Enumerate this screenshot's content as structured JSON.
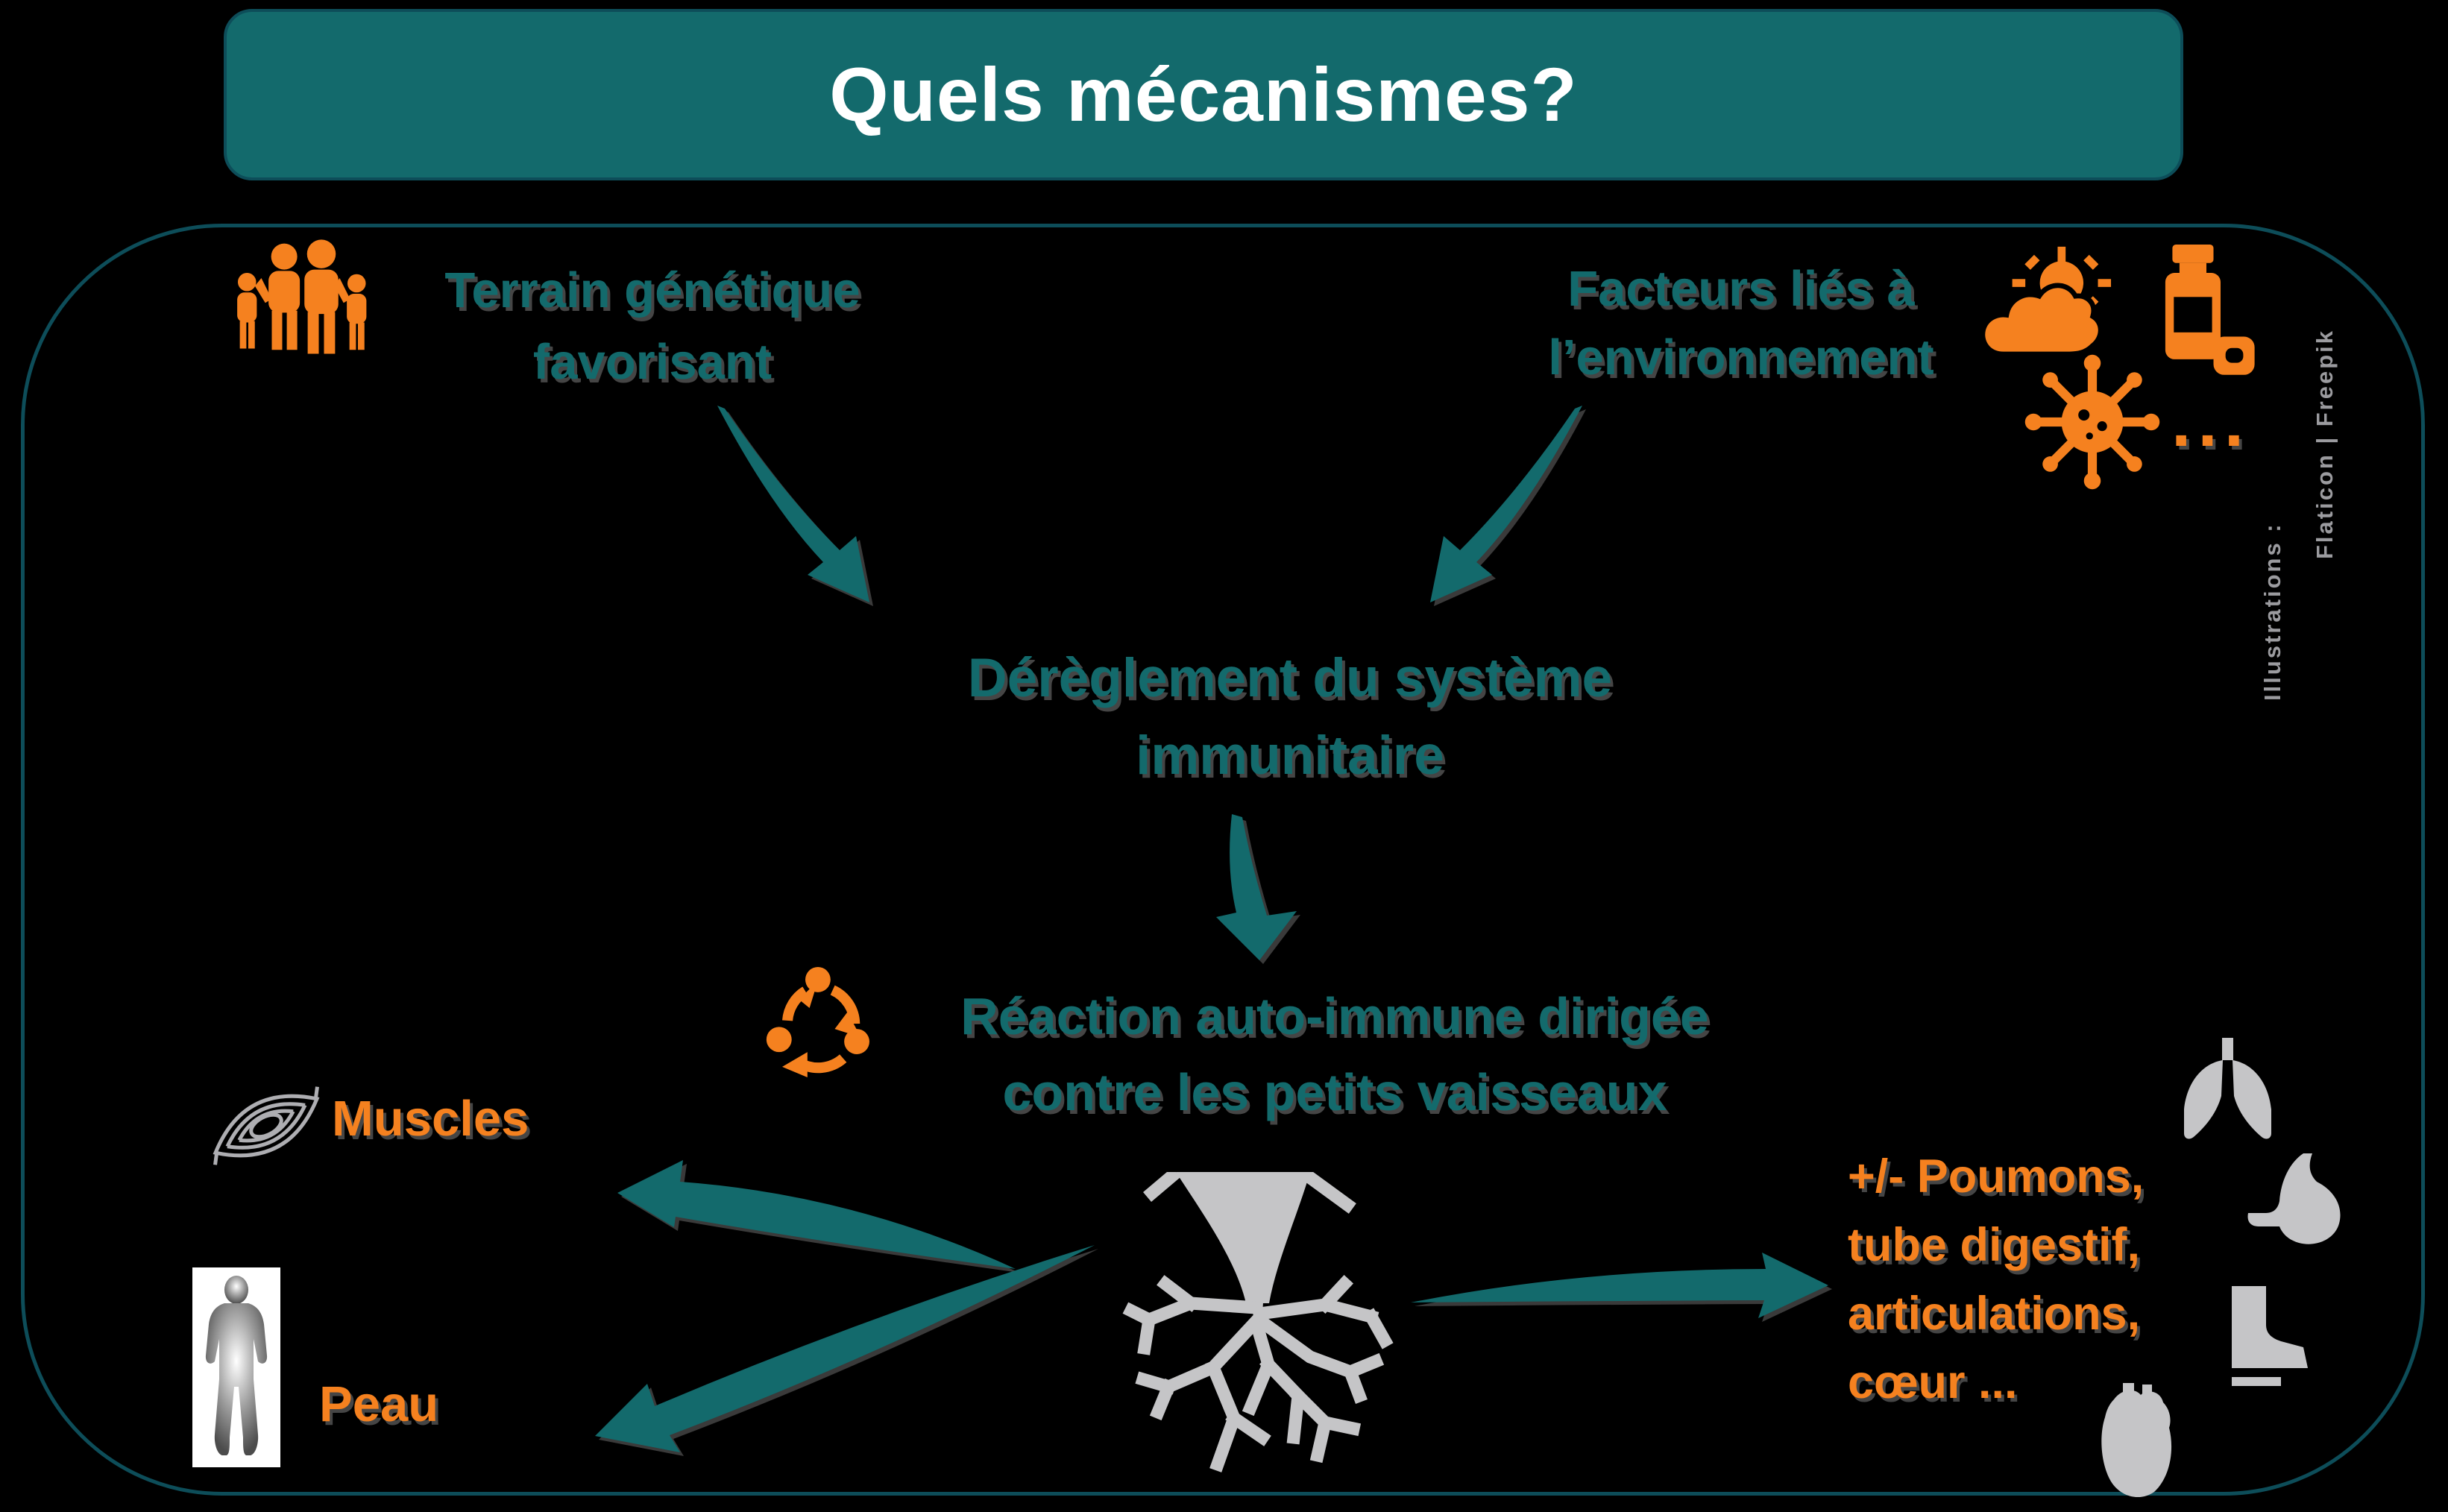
{
  "colors": {
    "background": "#000000",
    "teal": "#136a6c",
    "teal_dark": "#0d4d59",
    "orange": "#f5811f",
    "gray_icon": "#c5c5c7",
    "gray_icon_dark": "#aeaeb2",
    "credit_gray": "#9b9b9f",
    "white": "#ffffff"
  },
  "title_bar": {
    "title": "Quels mécanismes?"
  },
  "diagram": {
    "genetics": {
      "line1": "Terrain génétique",
      "line2": "favorisant"
    },
    "environment": {
      "line1": "Facteurs liés à",
      "line2": "l’environnement",
      "more": "..."
    },
    "dysregulation": {
      "line1": "Dérèglement du système",
      "line2": "immunitaire"
    },
    "autoimmune_reaction": {
      "line1": "Réaction auto-immune dirigée",
      "line2": "contre les petits vaisseaux"
    },
    "targets": {
      "muscles_label": "Muscles",
      "skin_label": "Peau",
      "other_organs_lines": [
        "+/- Poumons,",
        "tube digestif,",
        "articulations,",
        "cœur ..."
      ]
    },
    "credit": {
      "line1": "Illustrations :",
      "line2": "Flaticon | Freepik"
    }
  },
  "icons": {
    "family": "family-icon",
    "sun_cloud": "sun-cloud-icon",
    "medicine_bottle": "medicine-bottle-icon",
    "virus": "virus-icon",
    "cycle": "autoimmune-cycle-icon",
    "muscle": "muscle-icon",
    "human_body": "human-body-icon",
    "blood_vessels": "blood-vessels-icon",
    "lungs": "lungs-icon",
    "stomach": "stomach-icon",
    "foot": "foot-joint-icon",
    "heart": "heart-icon"
  }
}
